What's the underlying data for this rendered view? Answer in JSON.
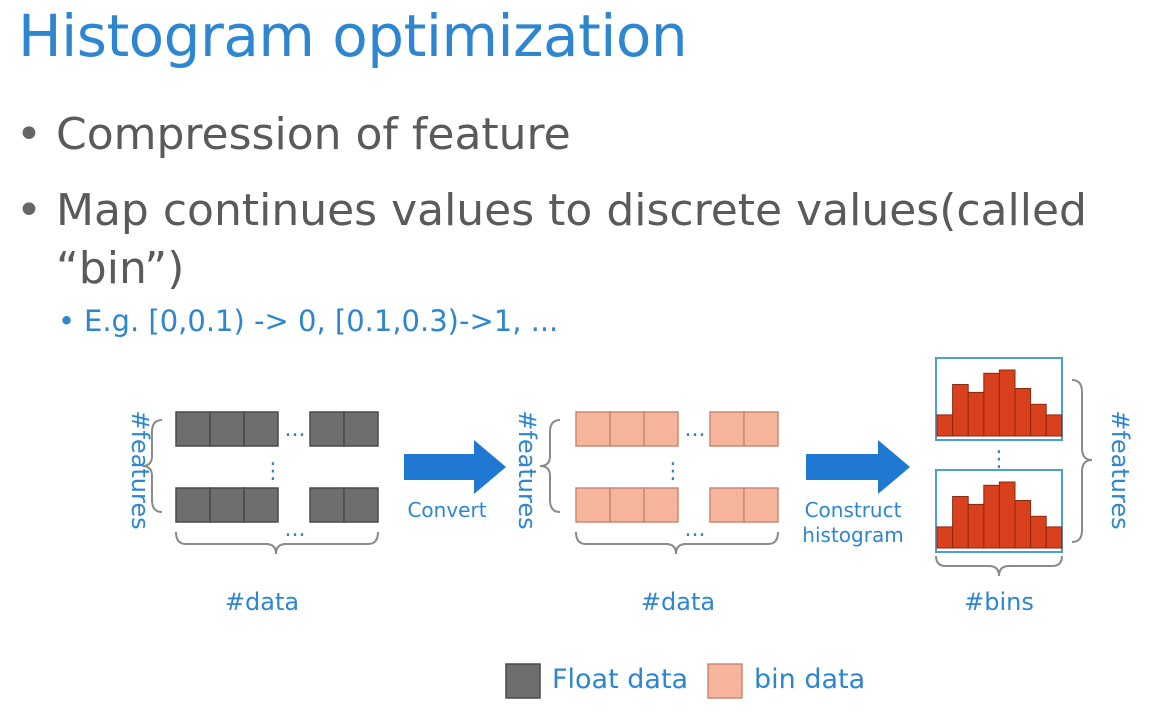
{
  "slide": {
    "title": "Histogram optimization",
    "bullets": [
      "Compression of feature",
      "Map continues values to discrete values(called “bin”)"
    ],
    "sub_bullet": "E.g. [0,0.1) -> 0, [0.1,0.3)->1, ...",
    "bullet_glyph": "•"
  },
  "diagram": {
    "features_label": "#features",
    "data_label": "#data",
    "bins_label": "#bins",
    "convert_label": "Convert",
    "construct_label_line1": "Construct",
    "construct_label_line2": "histogram",
    "ellipsis": "...",
    "vertical_ellipsis": "⋮",
    "colors": {
      "float": "#6e6e6e",
      "bin": "#f7b49c",
      "hist_bar": "#d9401c",
      "arrow": "#1f78d1",
      "frame": "#4a9fd6"
    },
    "histogram_bar_levels": [
      0.32,
      0.78,
      0.66,
      0.95,
      1.0,
      0.72,
      0.48,
      0.32
    ]
  },
  "legend": {
    "float_label": "Float data",
    "bin_label": "bin data"
  }
}
